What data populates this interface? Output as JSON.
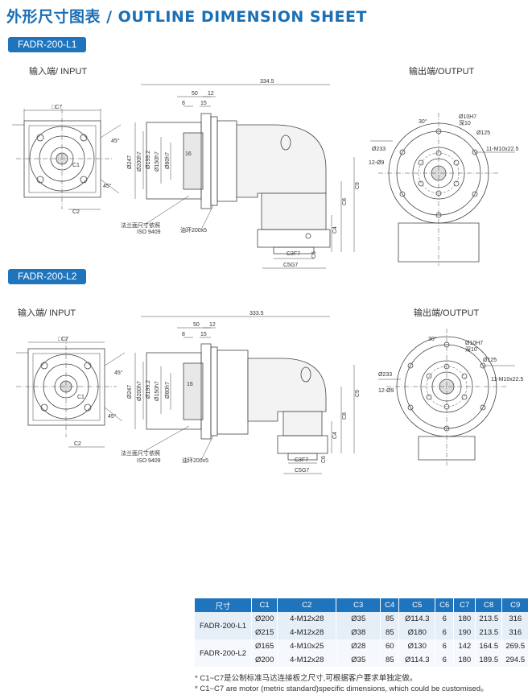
{
  "title": "外形尺寸图表 / OUTLINE DIMENSION SHEET",
  "colors": {
    "accent": "#1e74bd",
    "title": "#1a6fb5"
  },
  "sections": [
    {
      "tag": "FADR-200-L1",
      "input_label": "输入端/ INPUT",
      "output_label": "输出端/OUTPUT",
      "dims": {
        "overall": "334.5",
        "d50": "50",
        "d12": "12",
        "d8": "8",
        "d15": "15",
        "sq": "□C7",
        "c2": "C2",
        "c1": "C1",
        "ang45a": "45°",
        "ang45b": "45°",
        "d247": "Ø247",
        "d200": "Ø200h7",
        "d199": "Ø199.2",
        "d150": "Ø150h7",
        "d80": "Ø80h7",
        "d16": "16",
        "flange_note_1": "法兰面尺寸依照",
        "flange_note_2": "ISO 9409",
        "oil": "油环200x5",
        "c9": "C9",
        "c8": "C8",
        "c4": "C4",
        "c6": "C6",
        "c3": "C3F7",
        "c5": "C5G7",
        "o_d10": "Ø10H7",
        "o_depth": "深10",
        "o_d125": "Ø125",
        "o_ang": "30°",
        "o_d233": "Ø233",
        "o_holes": "12-Ø9",
        "o_thread": "11-M10x22.5"
      }
    },
    {
      "tag": "FADR-200-L2",
      "input_label": "输入端/ INPUT",
      "output_label": "输出端/OUTPUT",
      "dims": {
        "overall": "333.5",
        "d50": "50",
        "d12": "12",
        "d8": "8",
        "d15": "15",
        "sq": "□C7",
        "c2": "C2",
        "c1": "C1",
        "ang45a": "45°",
        "ang45b": "45°",
        "d247": "Ø247",
        "d200": "Ø200h7",
        "d199": "Ø199.2",
        "d150": "Ø150h7",
        "d80": "Ø80h7",
        "d16": "16",
        "flange_note_1": "法兰面尺寸依照",
        "flange_note_2": "ISO 9409",
        "oil": "油环200x5",
        "c9": "C9",
        "c8": "C8",
        "c4": "C4",
        "c6": "C6",
        "c3": "C3F7",
        "c5": "C5G7",
        "o_d10": "Ø10H7",
        "o_depth": "深10",
        "o_d125": "Ø125",
        "o_ang": "30°",
        "o_d233": "Ø233",
        "o_holes": "12-Ø9",
        "o_thread": "11-M10x22.5"
      }
    }
  ],
  "table": {
    "headers": [
      "尺寸",
      "C1",
      "C2",
      "C3",
      "C4",
      "C5",
      "C6",
      "C7",
      "C8",
      "C9"
    ],
    "groups": [
      {
        "model": "FADR-200-L1",
        "rows": [
          [
            "Ø200",
            "4-M12x28",
            "Ø35",
            "85",
            "Ø114.3",
            "6",
            "180",
            "213.5",
            "316"
          ],
          [
            "Ø215",
            "4-M12x28",
            "Ø38",
            "85",
            "Ø180",
            "6",
            "190",
            "213.5",
            "316"
          ]
        ]
      },
      {
        "model": "FADR-200-L2",
        "rows": [
          [
            "Ø165",
            "4-M10x25",
            "Ø28",
            "60",
            "Ø130",
            "6",
            "142",
            "164.5",
            "269.5"
          ],
          [
            "Ø200",
            "4-M12x28",
            "Ø35",
            "85",
            "Ø114.3",
            "6",
            "180",
            "189.5",
            "294.5"
          ]
        ]
      }
    ]
  },
  "notes": [
    "* C1~C7是公制标准马达连接板之尺寸,可根据客户要求单独定做。",
    "* C1~C7 are motor (metric standard)specific dimensions, which could be customised。"
  ]
}
